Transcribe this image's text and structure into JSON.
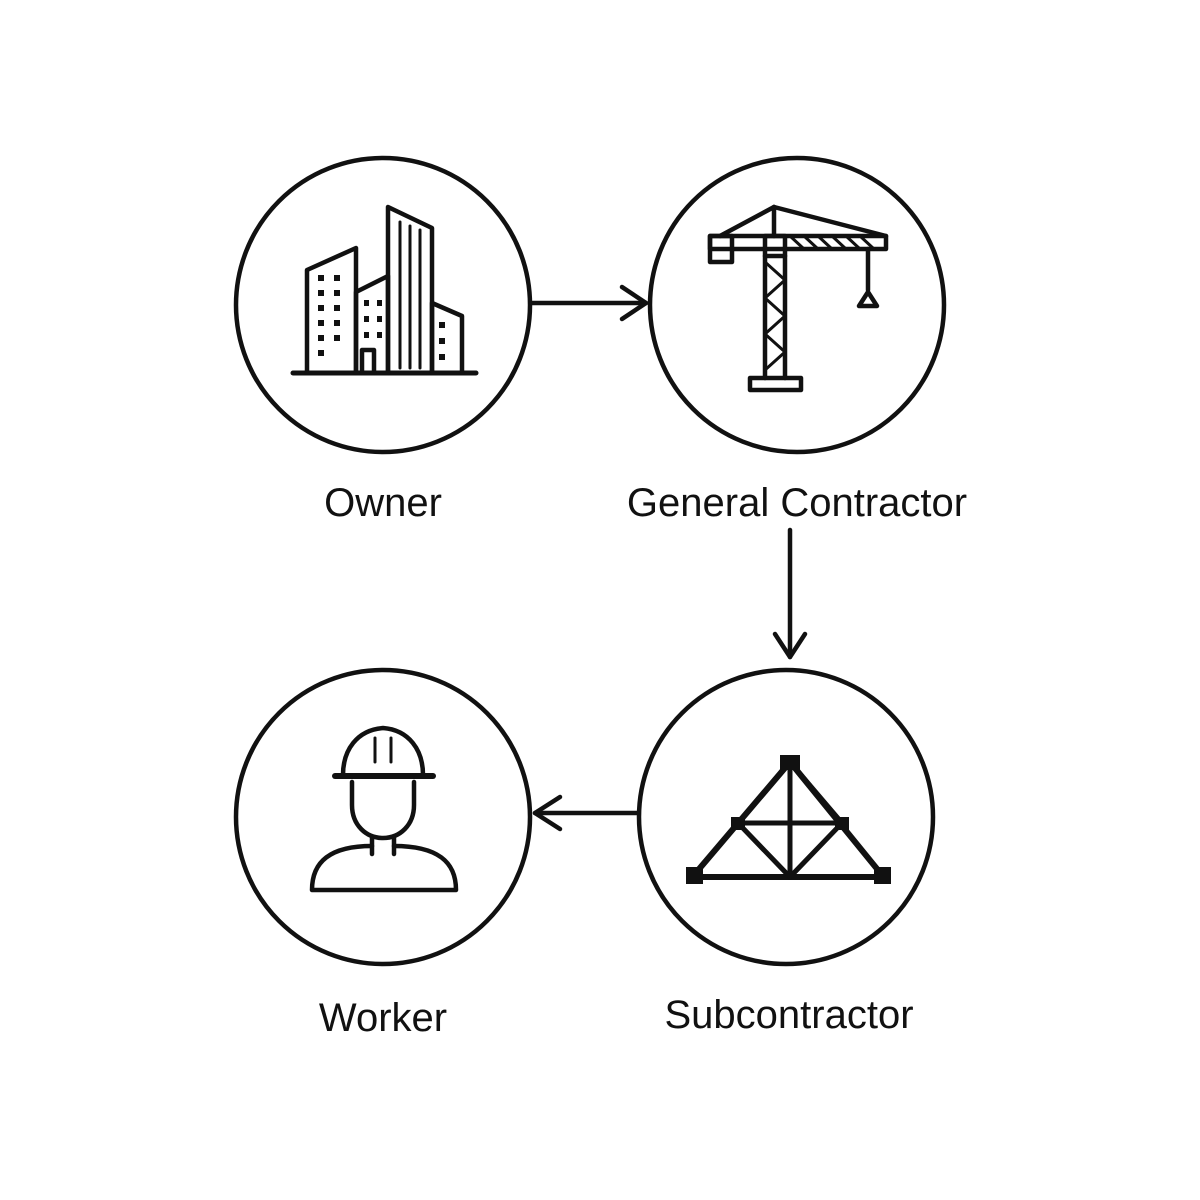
{
  "colors": {
    "stroke": "#111111",
    "background": "#ffffff"
  },
  "nodes": [
    {
      "id": "owner",
      "label": "Owner",
      "icon": "office-buildings-icon"
    },
    {
      "id": "general_contractor",
      "label": "General Contractor",
      "icon": "tower-crane-icon"
    },
    {
      "id": "subcontractor",
      "label": "Subcontractor",
      "icon": "truss-icon"
    },
    {
      "id": "worker",
      "label": "Worker",
      "icon": "hard-hat-worker-icon"
    }
  ],
  "edges": [
    {
      "from": "owner",
      "to": "general_contractor"
    },
    {
      "from": "general_contractor",
      "to": "subcontractor"
    },
    {
      "from": "subcontractor",
      "to": "worker"
    }
  ]
}
